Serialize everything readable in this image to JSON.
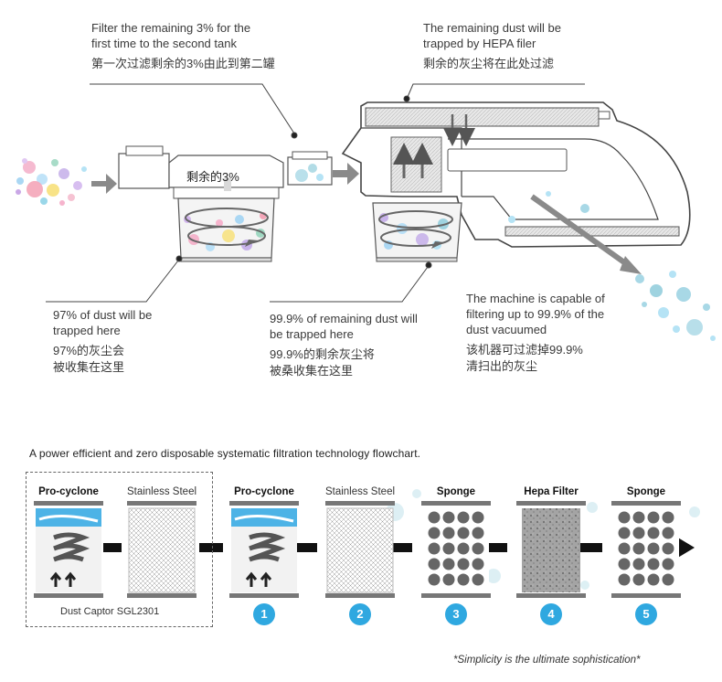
{
  "annotations": {
    "top_left": {
      "en": "Filter the remaining 3% for the\nfirst time to the second tank",
      "zh": "第一次过滤剩余的3%由此到第二罐"
    },
    "top_right": {
      "en": "The remaining dust will be\ntrapped by HEPA filer",
      "zh": "剩余的灰尘将在此处过滤"
    },
    "bottom_left": {
      "en": "97% of dust will be\ntrapped here",
      "zh": "97%的灰尘会\n被收集在这里"
    },
    "bottom_middle": {
      "en": "99.9% of remaining dust will\nbe trapped here",
      "zh": "99.9%的剩余灰尘将\n被桑收集在这里"
    },
    "bottom_right": {
      "en": "The machine is capable of\nfiltering up to 99.9% of the\ndust vacuumed",
      "zh": "该机器可过滤掉99.9%\n清扫出的灰尘"
    },
    "tank_label": "剩余的3%"
  },
  "flowchart": {
    "caption": "A power efficient and zero disposable systematic filtration technology flowchart.",
    "group_label": "Dust Captor SGL2301",
    "motto": "*Simplicity is the ultimate sophistication*",
    "stages": [
      {
        "label": "Pro-cyclone",
        "type": "cyclone",
        "badge": ""
      },
      {
        "label": "Stainless Steel",
        "type": "mesh",
        "badge": ""
      },
      {
        "label": "Pro-cyclone",
        "type": "cyclone",
        "badge": "1"
      },
      {
        "label": "Stainless Steel",
        "type": "mesh",
        "badge": "2"
      },
      {
        "label": "Sponge",
        "type": "sponge",
        "badge": "3"
      },
      {
        "label": "Hepa Filter",
        "type": "hepa",
        "badge": "4"
      },
      {
        "label": "Sponge",
        "type": "sponge",
        "badge": "5"
      }
    ]
  },
  "colors": {
    "accent_blue": "#2fa8e0",
    "cyclone_blue": "#4db3e6",
    "arrow_gray": "#8a8a8a",
    "line_dark": "#444444"
  }
}
